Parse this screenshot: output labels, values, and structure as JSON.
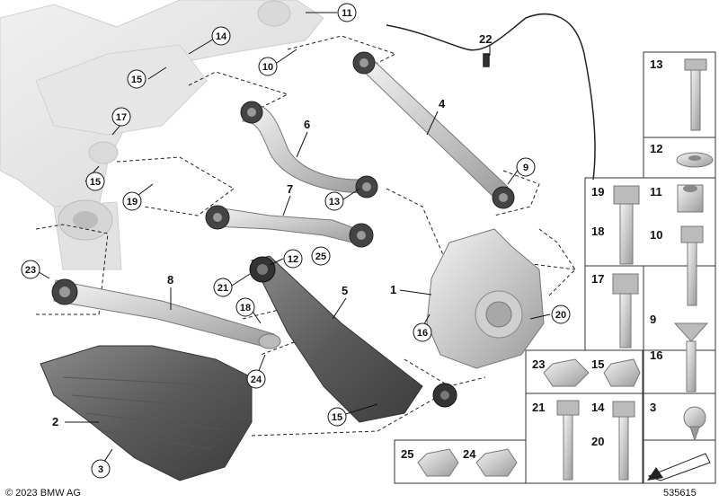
{
  "diagram": {
    "labels": {
      "l1": "1",
      "l2": "2",
      "l4": "4",
      "l5": "5",
      "l6": "6",
      "l7": "7",
      "l8": "8",
      "l9": "9",
      "l10": "10",
      "l11": "11",
      "l12": "12",
      "l13": "13",
      "l14": "14",
      "l15": "15",
      "l16": "16",
      "l17": "17",
      "l18": "18",
      "l19": "19",
      "l20": "20",
      "l21": "21",
      "l22": "22",
      "l23": "23",
      "l24": "24",
      "l25": "25",
      "l3": "3"
    },
    "parts": {
      "p13": "13",
      "p12": "12",
      "p19": "19",
      "p18": "18",
      "p11": "11",
      "p10": "10",
      "p17": "17",
      "p9": "9",
      "p16": "16",
      "p23": "23",
      "p15": "15",
      "p3": "3",
      "p21": "21",
      "p14": "14",
      "p20": "20",
      "p25": "25",
      "p24": "24"
    },
    "footer": {
      "copyright": "© 2023 BMW AG",
      "diagram_number": "535615"
    }
  }
}
